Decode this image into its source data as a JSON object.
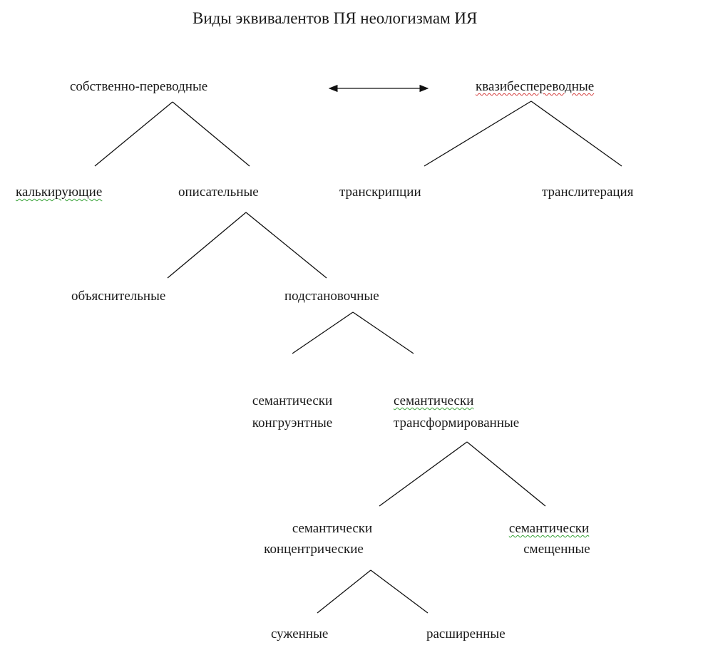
{
  "title": "Виды эквивалентов ПЯ неологизмам ИЯ",
  "nodes": {
    "proper": "собственно-переводные",
    "quasi": "квазибеспереводные",
    "calque": "калькирующие",
    "descriptive": "описательные",
    "transcription": "транскрипции",
    "transliteration": "транслитерация",
    "explanatory": "объяснительные",
    "substitutive": "подстановочные",
    "congruent_1": "семантически",
    "congruent_2": "конгруэнтные",
    "transformed_1": "семантически",
    "transformed_2": "трансформированные",
    "concentric_1": "семантически",
    "concentric_2": "концентрические",
    "shifted_1": "семантически",
    "shifted_2": "смещенные",
    "narrowed": "суженные",
    "expanded": "расширенные"
  },
  "colors": {
    "text": "#1a1a1a",
    "lines": "#111111",
    "spellcheck_red": "#d23a3a",
    "spellcheck_green": "#3aa33a"
  }
}
